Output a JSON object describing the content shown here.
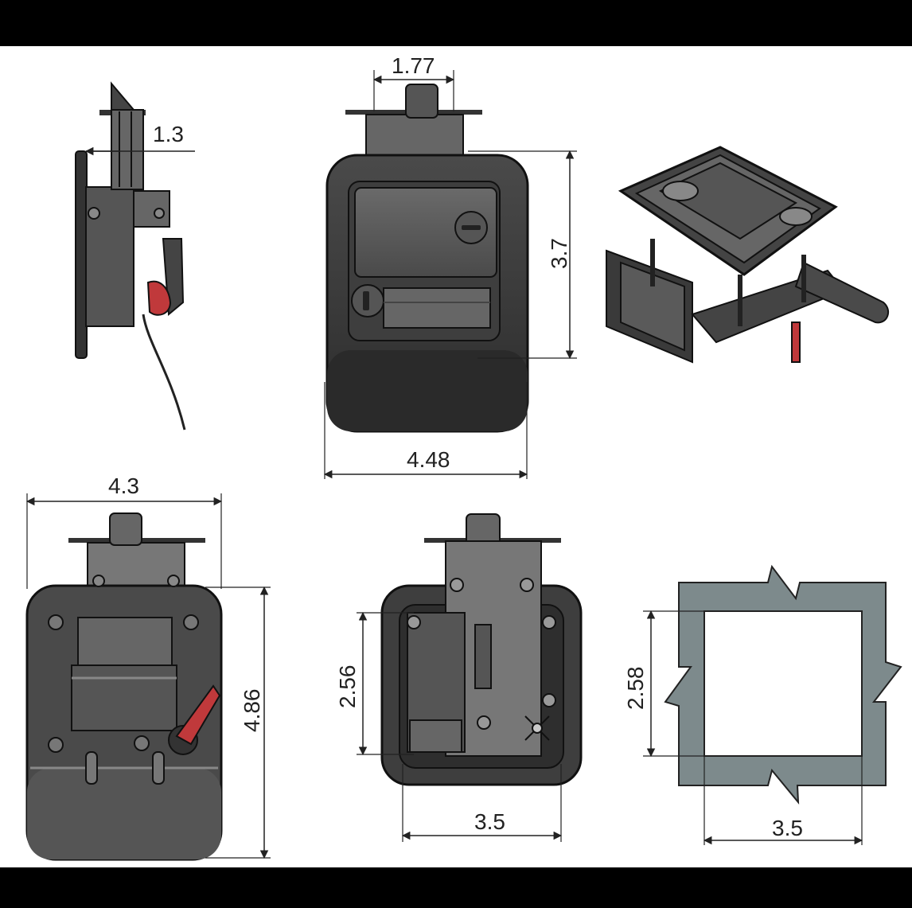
{
  "dimensions": {
    "side_depth": "1.3",
    "front_plunger_width": "1.77",
    "front_height": "3.7",
    "front_width": "4.48",
    "back_width": "4.3",
    "back_height": "4.86",
    "rear_height": "2.56",
    "rear_width": "3.5",
    "cutout_height": "2.58",
    "cutout_width": "3.5"
  },
  "colors": {
    "body_dark": "#3c3c3c",
    "body_mid": "#5a5a5a",
    "body_light": "#7a7a7a",
    "lever_red": "#c0393b",
    "cutout_gray": "#7d8a8c",
    "line": "#222222"
  }
}
